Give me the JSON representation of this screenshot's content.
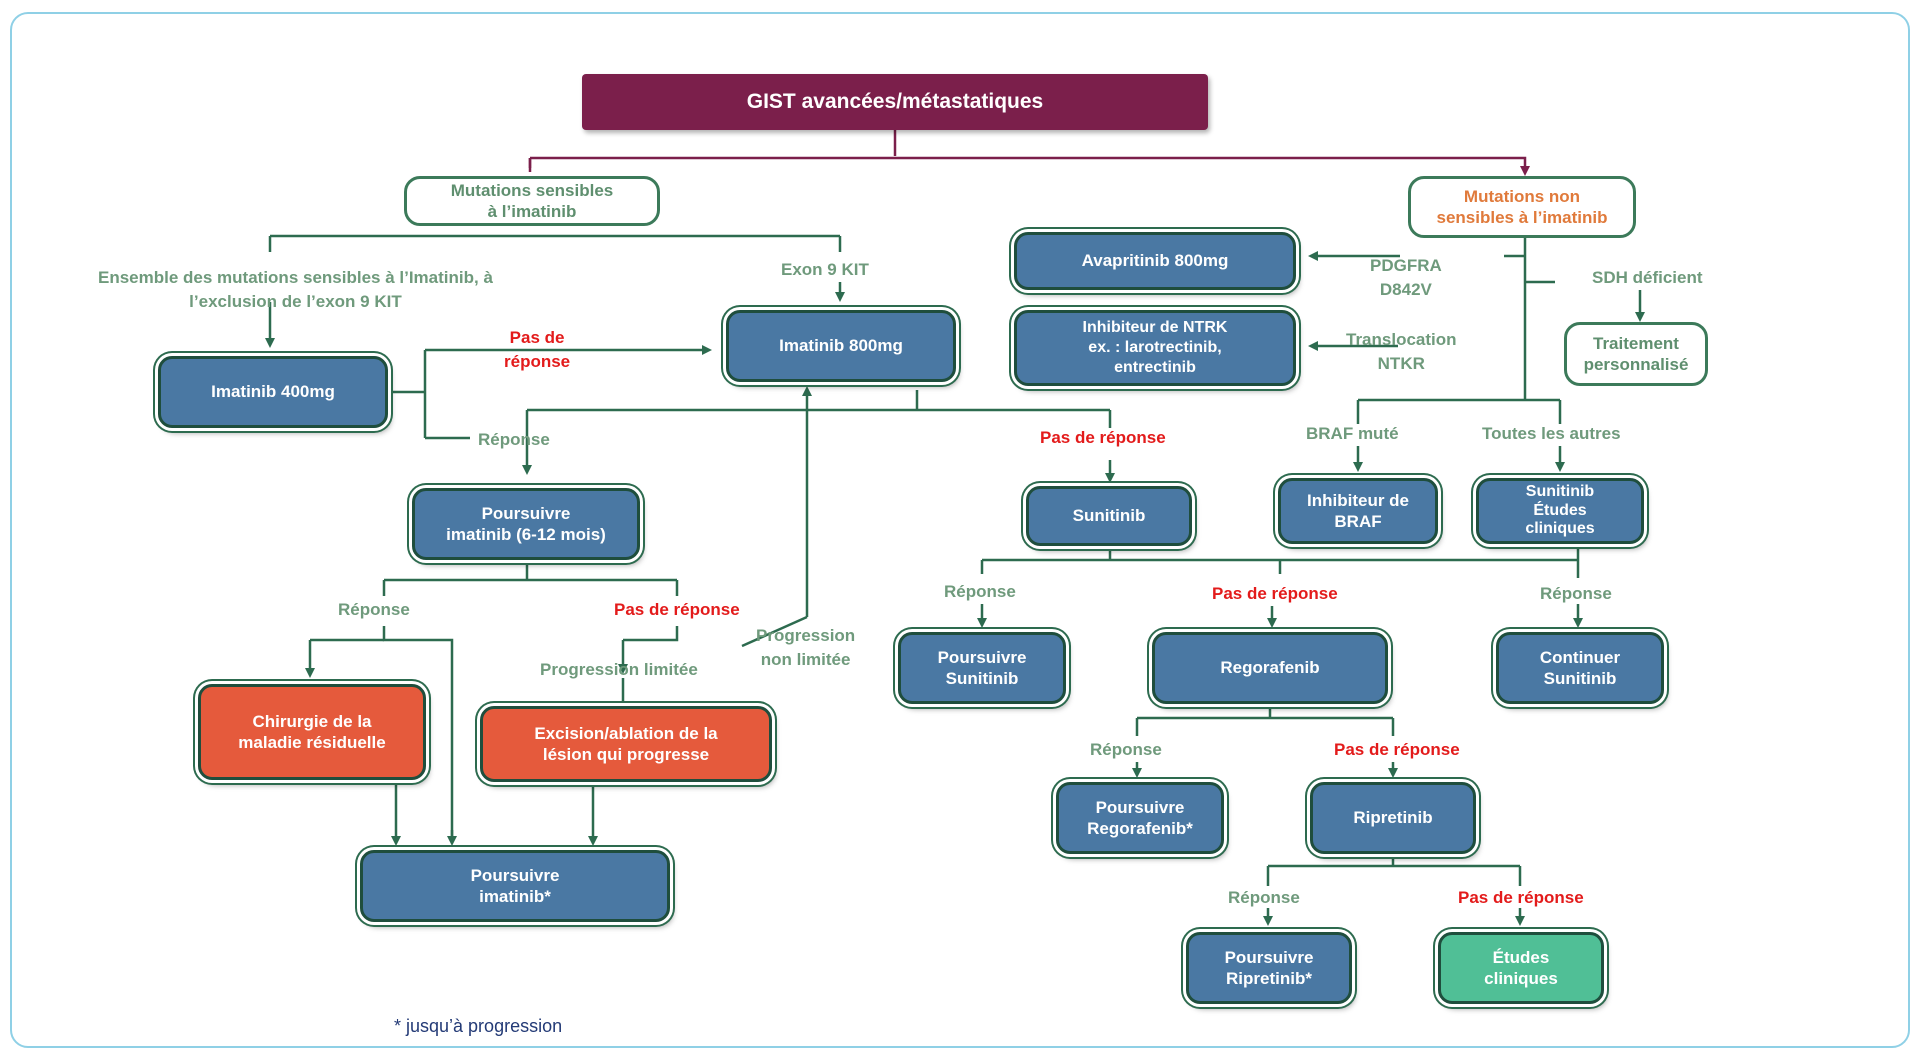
{
  "title": "GIST avancées/métastatiques",
  "nodes": {
    "sensibles": [
      "Mutations sensibles",
      "à l’imatinib"
    ],
    "non_sensibles": [
      "Mutations non",
      "sensibles à l’imatinib"
    ],
    "imatinib400": "Imatinib 400mg",
    "imatinib800": "Imatinib 800mg",
    "avapritinib": "Avapritinib 800mg",
    "ntrk": [
      "Inhibiteur de NTRK",
      "ex. : larotrectinib,",
      "entrectinib"
    ],
    "traitement": [
      "Traitement",
      "personnalisé"
    ],
    "poursuivre_imatinib_6_12": [
      "Poursuivre",
      "imatinib (6-12 mois)"
    ],
    "sunitinib": "Sunitinib",
    "braf": [
      "Inhibiteur de",
      "BRAF"
    ],
    "sunitinib_etudes": [
      "Sunitinib",
      "Études",
      "cliniques"
    ],
    "chirurgie": [
      "Chirurgie de la",
      "maladie résiduelle"
    ],
    "excision": [
      "Excision/ablation de la",
      "lésion qui progresse"
    ],
    "poursuivre_imatinib_star": [
      "Poursuivre",
      "imatinib*"
    ],
    "poursuivre_sunitinib": [
      "Poursuivre",
      "Sunitinib"
    ],
    "regorafenib": "Regorafenib",
    "continuer_sunitinib": [
      "Continuer",
      "Sunitinib"
    ],
    "poursuivre_regorafenib": [
      "Poursuivre",
      "Regorafenib*"
    ],
    "ripretinib": "Ripretinib",
    "poursuivre_ripretinib": [
      "Poursuivre",
      "Ripretinib*"
    ],
    "etudes_cliniques": [
      "Études",
      "cliniques"
    ]
  },
  "labels": {
    "ensemble": [
      "Ensemble des mutations sensibles à l’Imatinib, à",
      "l’exclusion de l’exon 9 KIT"
    ],
    "exon9": "Exon 9 KIT",
    "pas_de_reponse_split": [
      "Pas de",
      "réponse"
    ],
    "reponse": "Réponse",
    "pas_de_reponse": "Pas de réponse",
    "pdgfra": [
      "PDGFRA",
      "D842V"
    ],
    "translocation": [
      "Translocation",
      "NTKR"
    ],
    "sdh": "SDH déficient",
    "braf_mute": "BRAF muté",
    "toutes_autres": "Toutes les autres",
    "progression_limitee": "Progression limitée",
    "progression_non_limitee": [
      "Progression",
      "non limitée"
    ]
  },
  "footnote": "* jusqu’à progression",
  "colors": {
    "title_bg": "#7b1f4b",
    "box_blue": "#4a78a3",
    "box_orange": "#e55a3c",
    "box_teal": "#50bf96",
    "label_green": "#6f9a7c",
    "label_red": "#e31b1b",
    "label_orange": "#e07a3b",
    "line": "#2d6b4f"
  }
}
